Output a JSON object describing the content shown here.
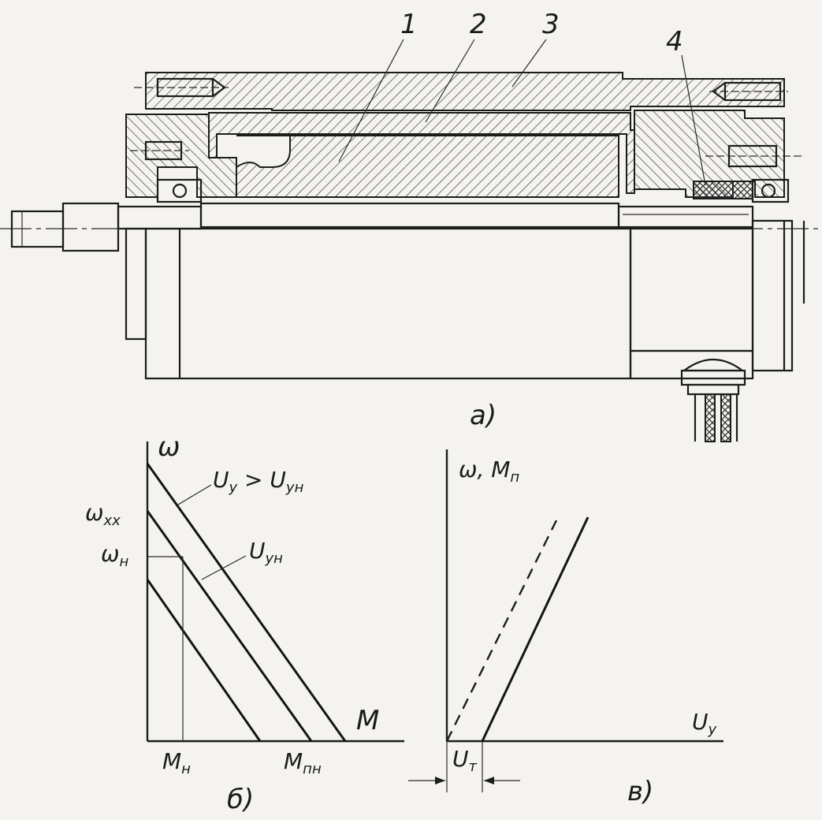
{
  "motor": {
    "part_labels": [
      "1",
      "2",
      "3",
      "4"
    ],
    "caption": "а)"
  },
  "chart_b": {
    "caption": "б)",
    "y_axis": "ω",
    "x_axis": "M",
    "y_ticks": [
      {
        "main": "ω",
        "sub": "xx"
      },
      {
        "main": "ω",
        "sub": "н"
      }
    ],
    "x_ticks": [
      {
        "main": "M",
        "sub": "н"
      },
      {
        "main": "M",
        "sub": "пн"
      }
    ],
    "line_labels": [
      {
        "main": "U",
        "sub": "у",
        "rest": " > U",
        "sub2": "ун"
      },
      {
        "main": "U",
        "sub": "ун"
      }
    ]
  },
  "chart_c": {
    "caption": "в)",
    "y_axis": {
      "main": "ω, M",
      "sub": "п"
    },
    "x_axis": {
      "main": "U",
      "sub": "у"
    },
    "threshold": {
      "main": "U",
      "sub": "т"
    }
  }
}
